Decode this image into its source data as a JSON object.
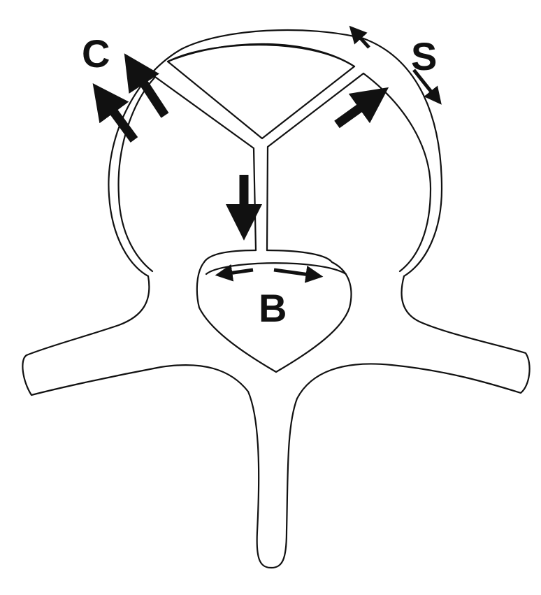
{
  "diagram": {
    "labels": {
      "c": "C",
      "s": "S",
      "b": "B"
    },
    "colors": {
      "line": "#111111",
      "background": "#ffffff"
    }
  }
}
